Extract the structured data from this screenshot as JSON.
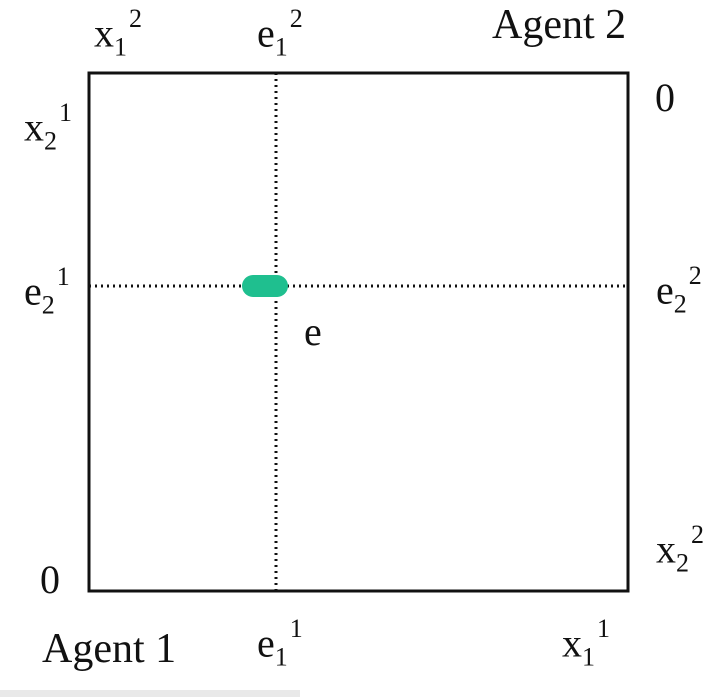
{
  "labels": {
    "x1_top": {
      "base": "x",
      "sub": "1",
      "sup": "2"
    },
    "e1_top": {
      "base": "e",
      "sub": "1",
      "sup": "2"
    },
    "agent2": "Agent 2",
    "zero_right": "0",
    "x2_left": {
      "base": "x",
      "sub": "2",
      "sup": "1"
    },
    "e2_left": {
      "base": "e",
      "sub": "2",
      "sup": "1"
    },
    "e2_right": {
      "base": "e",
      "sub": "2",
      "sup": "2"
    },
    "e_point": "e",
    "x2_right": {
      "base": "x",
      "sub": "2",
      "sup": "2"
    },
    "zero_left": "0",
    "agent1": "Agent 1",
    "e1_bottom": {
      "base": "e",
      "sub": "1",
      "sup": "1"
    },
    "x1_bottom": {
      "base": "x",
      "sub": "1",
      "sup": "1"
    }
  },
  "colors": {
    "box_stroke": "#111111",
    "dotted": "#111111",
    "endowment_marker": "#1fbf8f"
  }
}
